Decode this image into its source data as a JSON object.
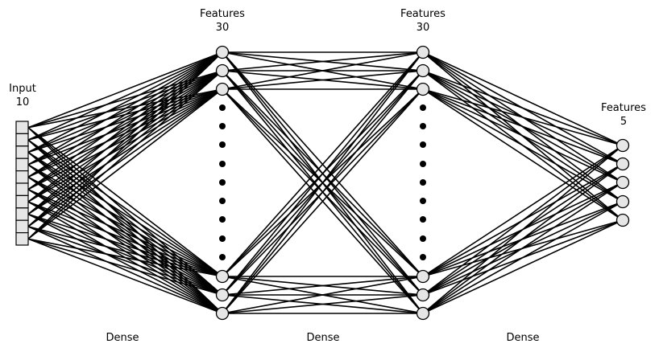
{
  "layers": [
    {
      "title": "Input",
      "size": "10"
    },
    {
      "title": "Features",
      "size": "30"
    },
    {
      "title": "Features",
      "size": "30"
    },
    {
      "title": "Features",
      "size": "5"
    }
  ],
  "connections": [
    {
      "label": "Dense"
    },
    {
      "label": "Dense"
    },
    {
      "label": "Dense"
    }
  ],
  "colors": {
    "line": "#000000",
    "node_fill": "#e6e6e6",
    "node_stroke": "#000000",
    "ellipsis_dot": "#000000"
  }
}
